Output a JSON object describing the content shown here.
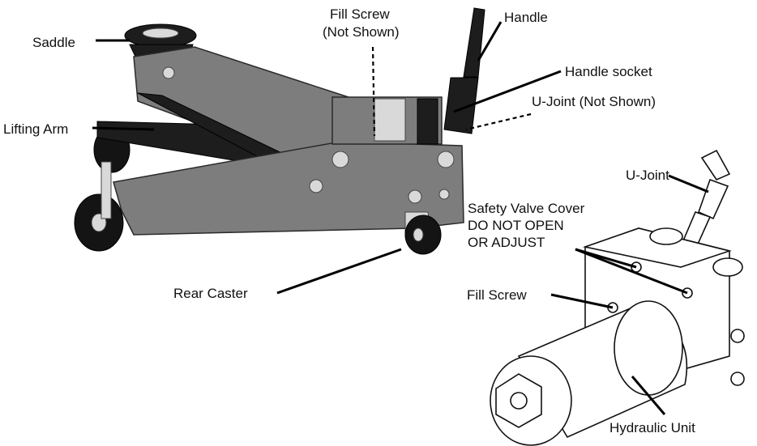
{
  "labels": {
    "saddle": "Saddle",
    "fill_screw_top_1": "Fill Screw",
    "fill_screw_top_2": "(Not Shown)",
    "handle": "Handle",
    "handle_socket": "Handle socket",
    "u_joint_not_shown": "U-Joint (Not Shown)",
    "lifting_arm": "Lifting Arm",
    "u_joint": "U-Joint",
    "safety_valve_1": "Safety Valve Cover",
    "safety_valve_2": "DO NOT OPEN",
    "safety_valve_3": "OR ADJUST",
    "rear_caster": "Rear Caster",
    "fill_screw": "Fill Screw",
    "hydraulic_unit": "Hydraulic Unit"
  }
}
